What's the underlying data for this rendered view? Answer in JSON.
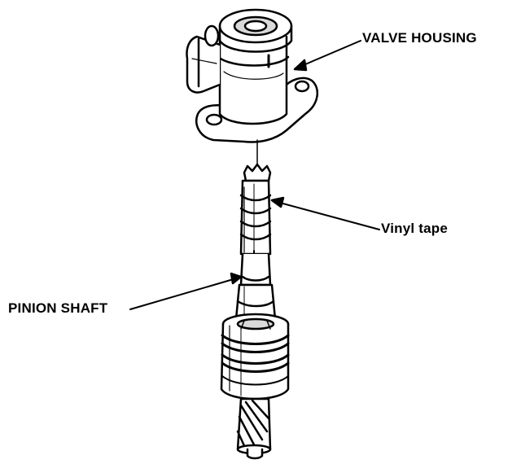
{
  "labels": {
    "valve_housing": "VALVE HOUSING",
    "vinyl_tape": "Vinyl tape",
    "pinion_shaft": "PINION SHAFT"
  },
  "colors": {
    "ink": "#000000",
    "paper": "#ffffff",
    "shade": "#d9d9d9"
  }
}
